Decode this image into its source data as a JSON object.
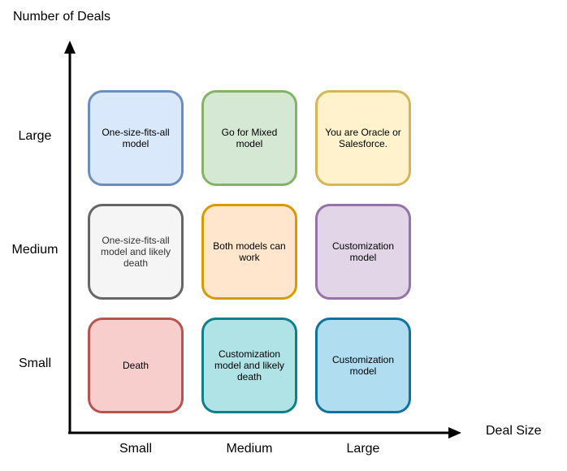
{
  "axes": {
    "y_title": "Number of Deals",
    "x_title": "Deal Size",
    "rows": [
      "Large",
      "Medium",
      "Small"
    ],
    "cols": [
      "Small",
      "Medium",
      "Large"
    ]
  },
  "cells": [
    {
      "text": "One-size-fits-all\nmodel",
      "fill": "#dae8fc",
      "stroke": "#6c8ebf",
      "color": "#000000"
    },
    {
      "text": "Go for Mixed\nmodel",
      "fill": "#d5e8d4",
      "stroke": "#82b366",
      "color": "#000000"
    },
    {
      "text": "You are Oracle or\nSalesforce.",
      "fill": "#fff2cc",
      "stroke": "#d6b656",
      "color": "#000000"
    },
    {
      "text": "One-size-fits-all\nmodel and likely\ndeath",
      "fill": "#f5f5f5",
      "stroke": "#666666",
      "color": "#333333"
    },
    {
      "text": "Both models can\nwork",
      "fill": "#ffe6cc",
      "stroke": "#d79b00",
      "color": "#000000"
    },
    {
      "text": "Customization\nmodel",
      "fill": "#e1d5e7",
      "stroke": "#9673a6",
      "color": "#000000"
    },
    {
      "text": "Death",
      "fill": "#f8cecc",
      "stroke": "#b85450",
      "color": "#000000"
    },
    {
      "text": "Customization\nmodel and likely\ndeath",
      "fill": "#b0e3e6",
      "stroke": "#0e8088",
      "color": "#000000"
    },
    {
      "text": "Customization\nmodel",
      "fill": "#b1ddf0",
      "stroke": "#10739e",
      "color": "#000000"
    }
  ]
}
